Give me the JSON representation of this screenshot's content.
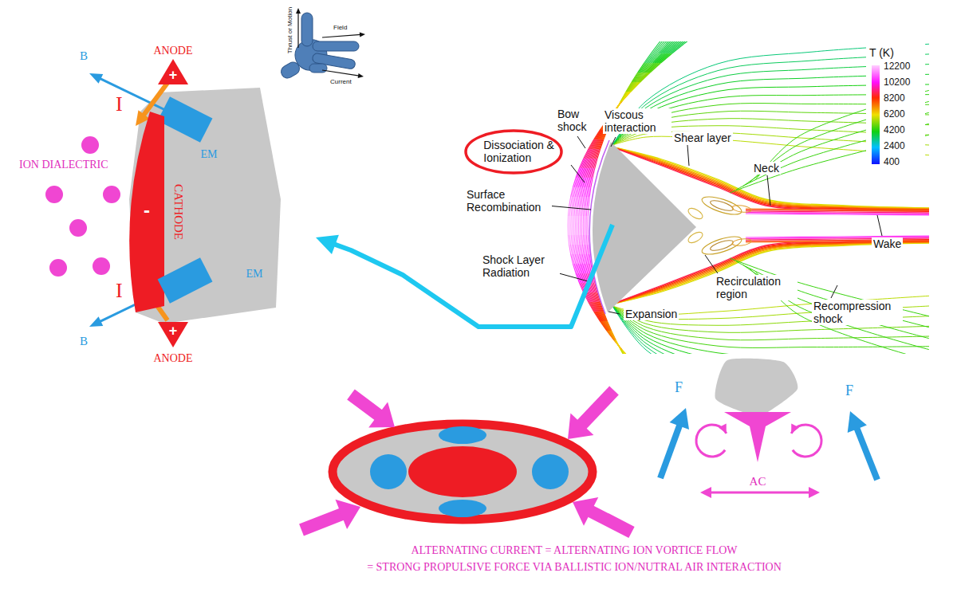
{
  "diagram": {
    "nodes": [
      {
        "text": [
          "ANODE",
          "+"
        ]
      },
      {
        "text": [
          "EM"
        ]
      },
      {
        "text": [
          "CATHODE",
          "-"
        ]
      },
      {
        "text": [
          "EM"
        ]
      },
      {
        "text": [
          "ANODE",
          "+"
        ]
      },
      {
        "text": [
          "Dissociation & Ionization"
        ]
      }
    ],
    "labels": [
      "B",
      "I",
      "ION DIALECTRIC",
      "I",
      "B",
      "Thrust or Motion",
      "Field",
      "Current",
      "Bow shock",
      "Viscous interaction",
      "Shear layer",
      "Neck",
      "Surface Recombination",
      "Shock Layer Radiation",
      "Wake",
      "Recirculation region",
      "Expansion",
      "Recompression shock",
      "T (K)",
      "12200",
      "10200",
      "8200",
      "6200",
      "4200",
      "2400",
      "400",
      "F",
      "F",
      "AC",
      "ALTERNATING CURRENT = ALTERNATING ION VORTICE FLOW",
      "= STRONG PROPULSIVE FORCE VIA BALLISTIC ION/NUTRAL AIR INTERACTION"
    ]
  }
}
